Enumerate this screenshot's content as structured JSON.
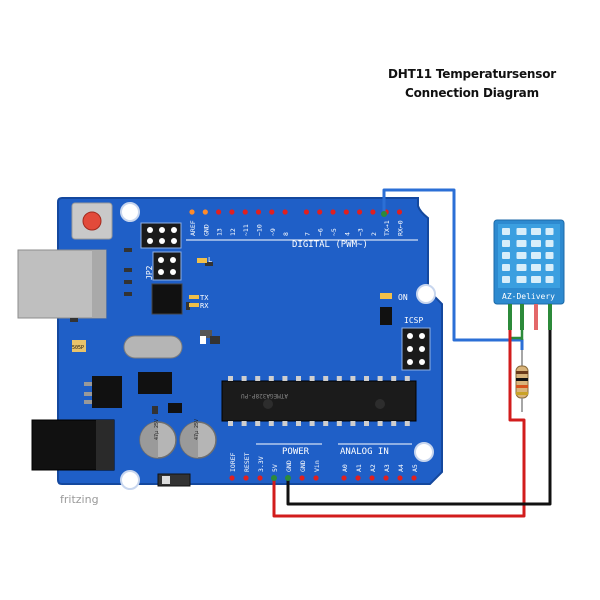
{
  "title": {
    "line1": "DHT11 Temperatursensor",
    "line2": "Connection Diagram"
  },
  "watermark": "fritzing",
  "board": {
    "digital_header_label": "DIGITAL (PWM~)",
    "power_label": "POWER",
    "analog_label": "ANALOG IN",
    "icsp_label": "ICSP",
    "on_label": "ON",
    "jp2_label": "JP2",
    "l_label": "L",
    "tx_label": "TX",
    "rx_label": "RX",
    "crystal_label": "505P",
    "digital_pins": [
      "AREF",
      "GND",
      "13",
      "12",
      "~11",
      "~10",
      "~9",
      "8",
      "7",
      "~6",
      "~5",
      "4",
      "~3",
      "2",
      "TX→1",
      "RX←0"
    ],
    "power_pins": [
      "IOREF",
      "RESET",
      "3.3V",
      "5V",
      "GND",
      "GND",
      "Vin"
    ],
    "analog_pins": [
      "A0",
      "A1",
      "A2",
      "A3",
      "A4",
      "A5"
    ],
    "chip_text": "ATMEGA328P-PU",
    "cap_text": "47µ 25V"
  },
  "sensor": {
    "brand": "AZ-Delivery"
  },
  "colors": {
    "board_blue": "#1f5fc7",
    "board_dark": "#0d3d8f",
    "sensor_blue": "#45a6e0",
    "wire_red": "#d21c1c",
    "wire_black": "#111111",
    "wire_blue": "#2b6fd6"
  }
}
